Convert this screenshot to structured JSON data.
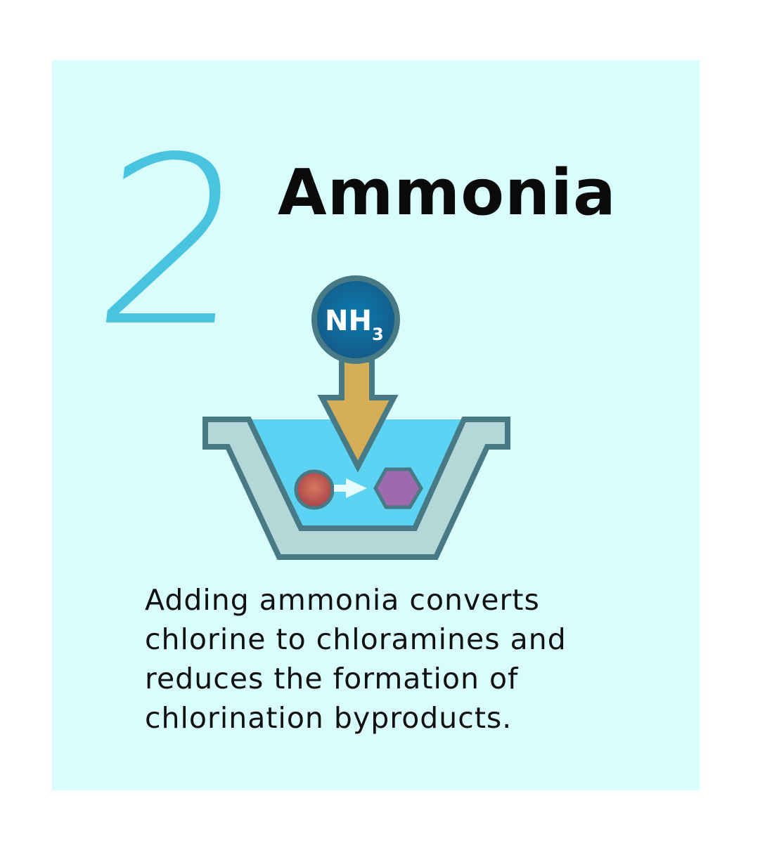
{
  "step_number": "2",
  "title": "Ammonia",
  "molecule_label": "NH",
  "molecule_subscript": "3",
  "description_lines": [
    "Adding ammonia converts",
    "chlorine to chloramines and",
    "reduces the formation of",
    "chlorination byproducts."
  ],
  "colors": {
    "panel": "#d9fdfd",
    "accent": "#48c3e0",
    "molecule": "#155a87",
    "arrow": "#d6ae55",
    "water": "#5dd3f3",
    "basin": "#b4d7d7",
    "outline": "#477a85",
    "chlorine": "#a8434a",
    "chloramine": "#9e6aae"
  }
}
